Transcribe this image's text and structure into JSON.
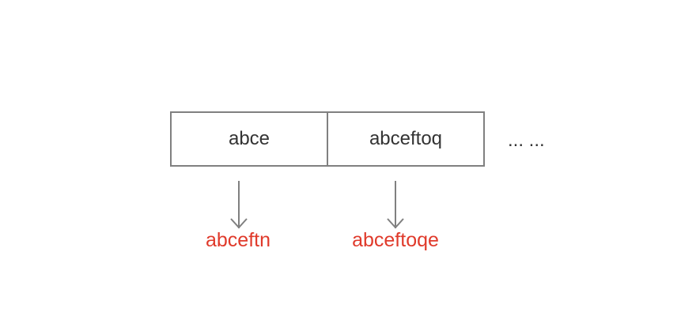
{
  "cells": [
    {
      "label": "abce",
      "result": "abceftn"
    },
    {
      "label": "abceftoq",
      "result": "abceftoqe"
    }
  ],
  "ellipsis": "... ...",
  "colors": {
    "border": "#808080",
    "text": "#333333",
    "result": "#e03a2b",
    "arrow": "#808080"
  },
  "icons": {
    "arrow": "arrow-down-icon"
  }
}
